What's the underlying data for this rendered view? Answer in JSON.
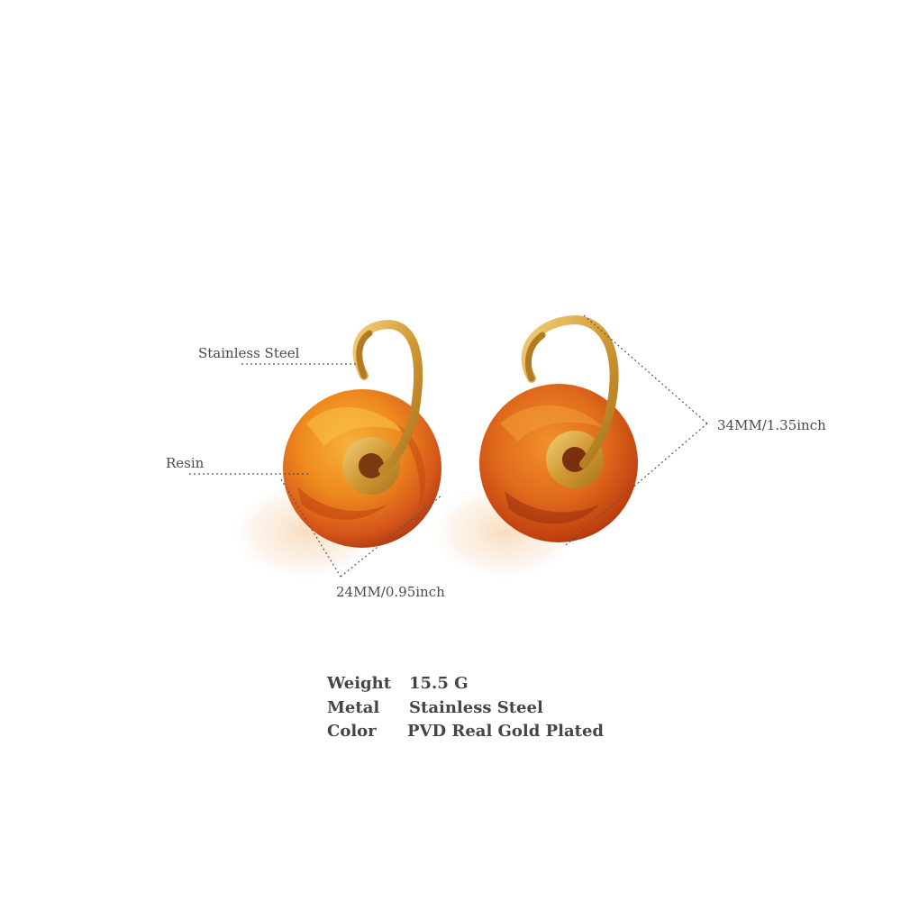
{
  "annotations": {
    "hoop_material": "Stainless Steel",
    "bead_material": "Resin",
    "bead_diameter": "24MM/0.95inch",
    "total_length": "34MM/1.35inch"
  },
  "specs": [
    {
      "key": "Weight",
      "value": "15.5 G"
    },
    {
      "key": "Metal",
      "value": "Stainless Steel"
    },
    {
      "key": "Color",
      "value": "PVD Real Gold Plated"
    }
  ],
  "colors": {
    "background": "#ffffff",
    "resin_amber": "#e8781a",
    "resin_deep": "#b8380c",
    "gold": "#d9a441",
    "text": "#454545"
  }
}
